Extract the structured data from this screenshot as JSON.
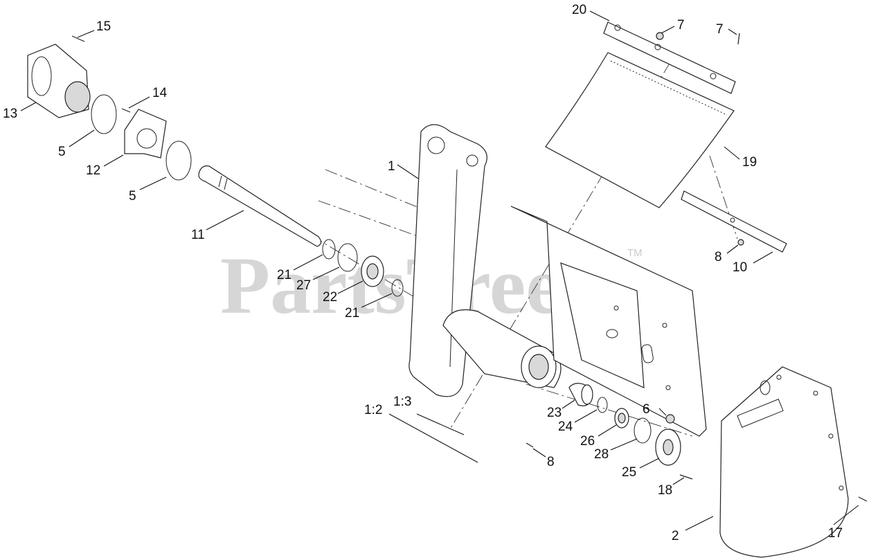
{
  "watermark": {
    "text": "PartsTree",
    "mark": "TM"
  },
  "callouts": {
    "c1": "1",
    "c2": "2",
    "c5a": "5",
    "c5b": "5",
    "c6": "6",
    "c7a": "7",
    "c7b": "7",
    "c8a": "8",
    "c8b": "8",
    "c10": "10",
    "c11": "11",
    "c12": "12",
    "c13": "13",
    "c14": "14",
    "c15": "15",
    "c17": "17",
    "c18": "18",
    "c19": "19",
    "c20": "20",
    "c21a": "21",
    "c21b": "21",
    "c22": "22",
    "c23": "23",
    "c24": "24",
    "c25": "25",
    "c26": "26",
    "c27": "27",
    "c28": "28",
    "c12r": "1:2",
    "c13r": "1:3"
  }
}
